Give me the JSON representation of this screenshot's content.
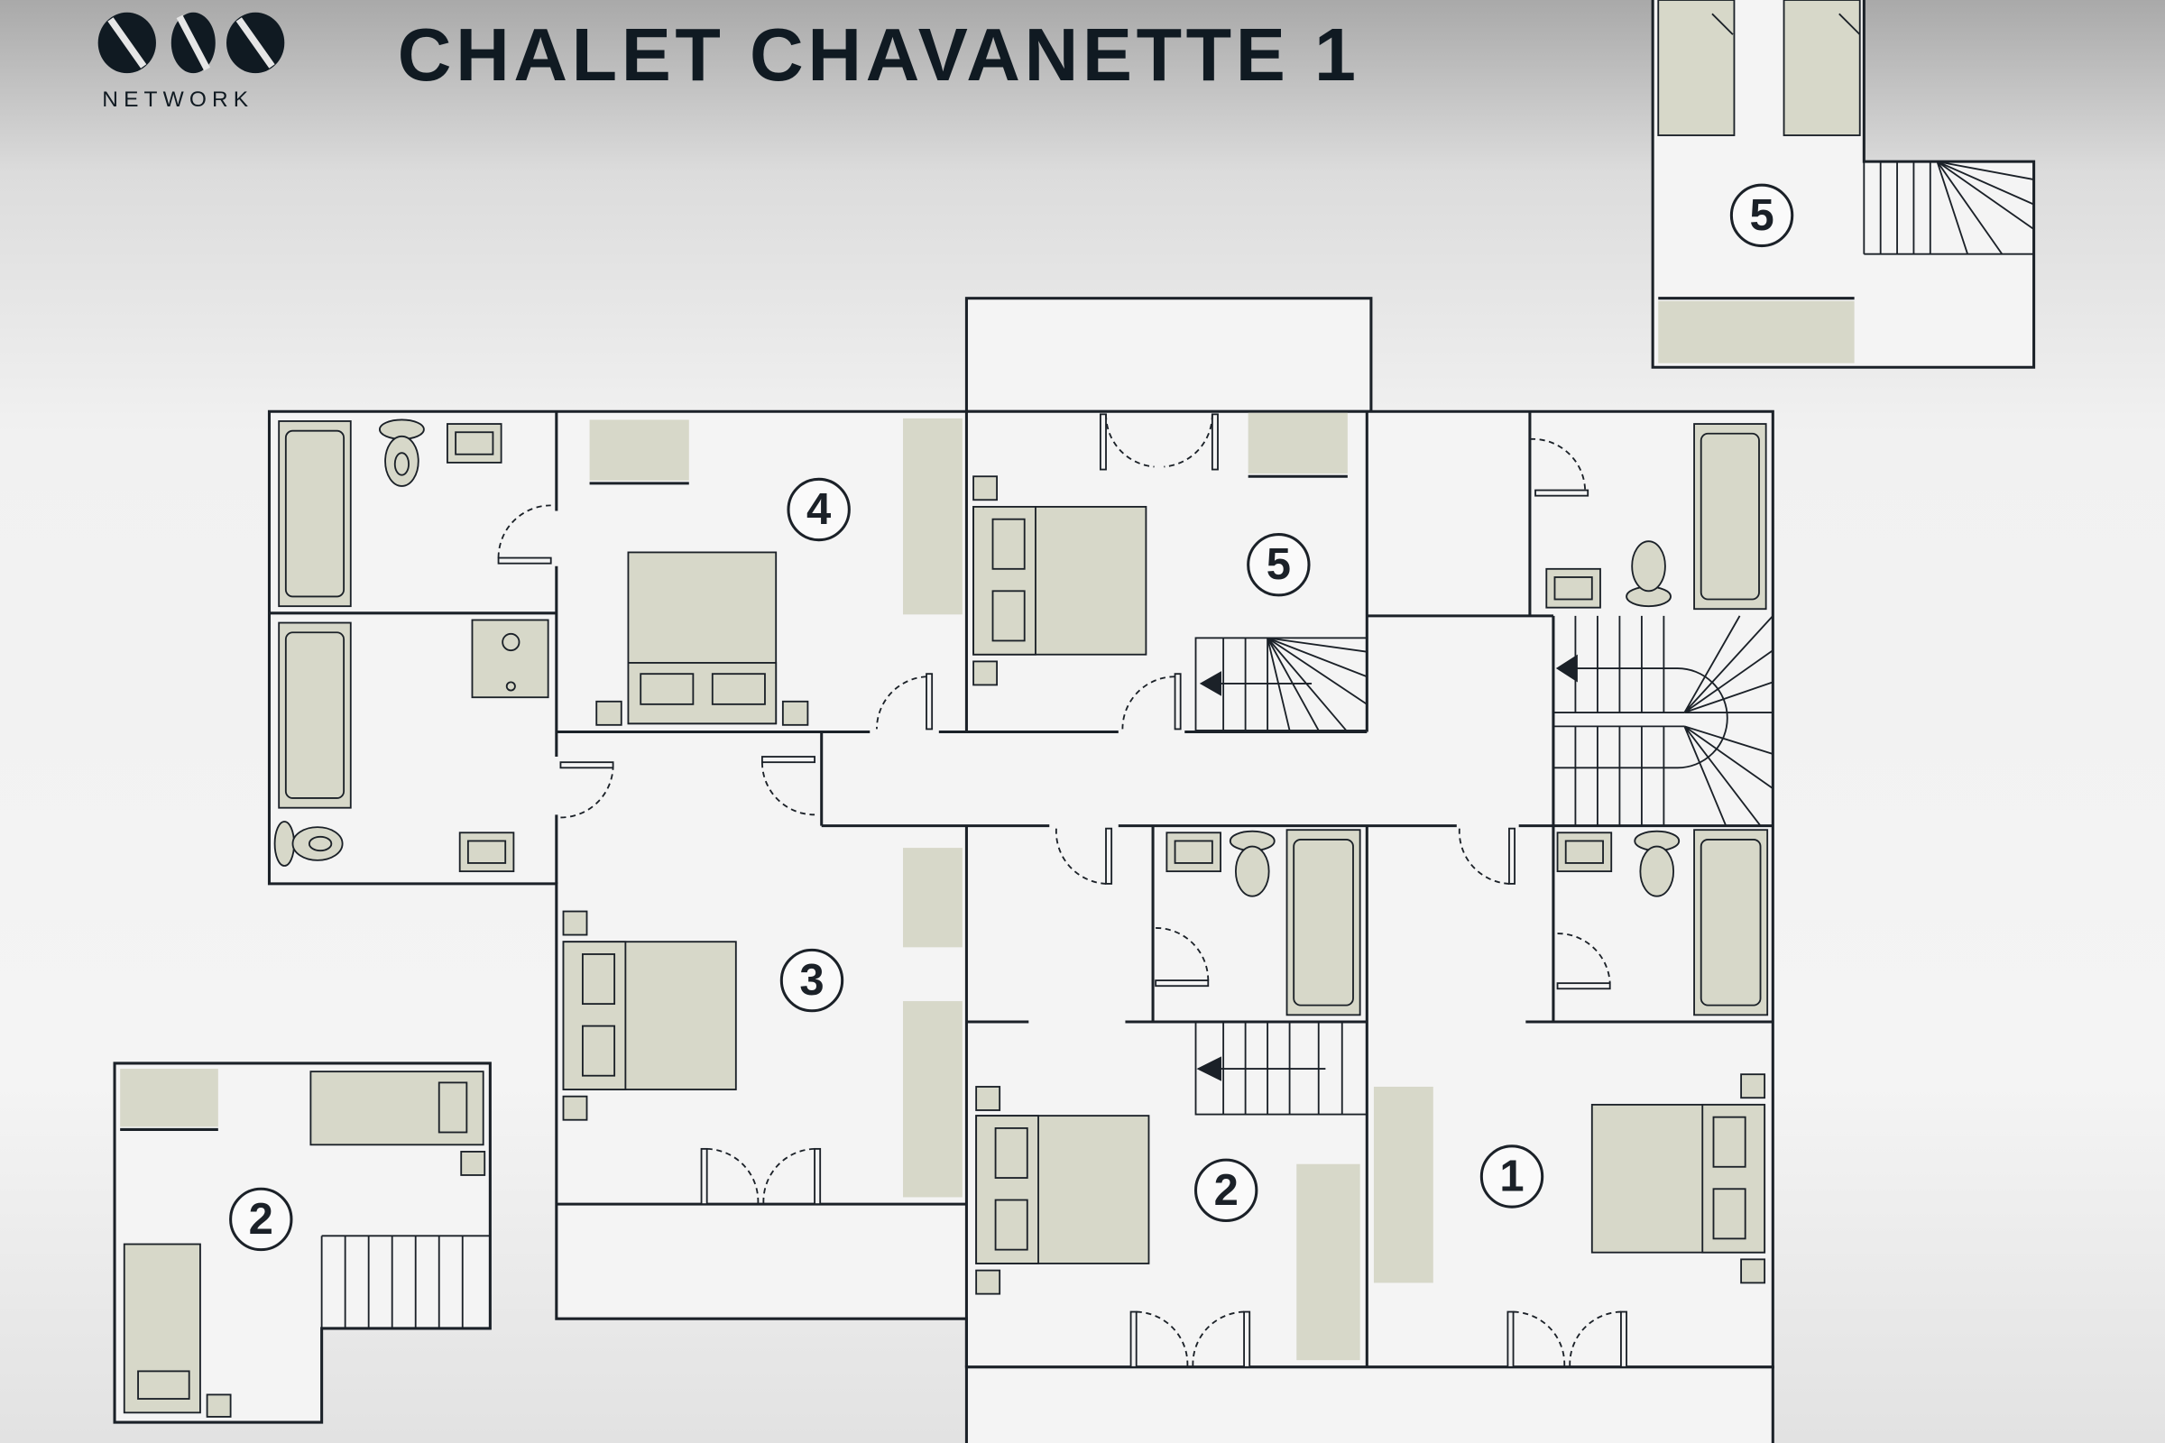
{
  "header": {
    "title": "CHALET CHAVANETTE 1",
    "brand_name": "NETWORK",
    "logo_mark": "OVO"
  },
  "rooms": {
    "r1": "1",
    "r2": "2",
    "r3": "3",
    "r4": "4",
    "r5": "5",
    "inset_top": "5",
    "inset_bottom": "2"
  },
  "colors": {
    "wall": "#1b2128",
    "furniture": "#d7d8c9",
    "floor": "#f4f4f4"
  }
}
